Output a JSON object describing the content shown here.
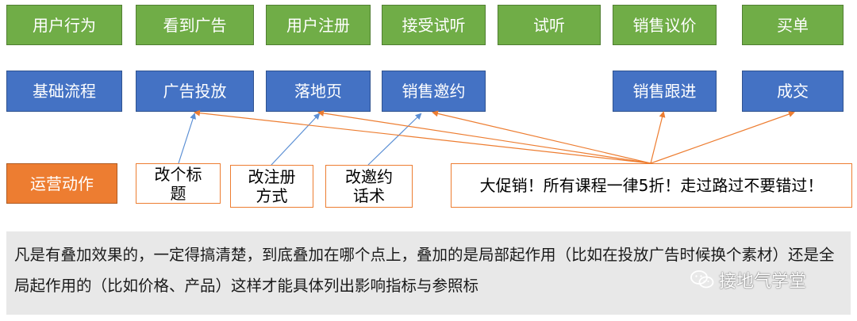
{
  "rows": {
    "user_behavior": [
      "用户行为",
      "看到广告",
      "用户注册",
      "接受试听",
      "试听",
      "销售议价",
      "买单"
    ],
    "basic_flow": [
      "基础流程",
      "广告投放",
      "落地页",
      "销售邀约",
      "销售跟进",
      "成交"
    ],
    "operations": {
      "label": "运营动作",
      "actions": [
        [
          "改个标",
          "题"
        ],
        [
          "改注册",
          "方式"
        ],
        [
          "改邀约",
          "话术"
        ]
      ],
      "promo": "大促销！所有课程一律5折！走过路过不要错过！"
    }
  },
  "note": "凡是有叠加效果的，一定得搞清楚，到底叠加在哪个点上，叠加的是局部起作用（比如在投放广告时候换个素材）还是全局起作用的（比如价格、产品）这样才能具体列出影响指标与参照标",
  "watermark": "接地气学堂",
  "colors": {
    "green": "#70ad47",
    "blue": "#4472c4",
    "orange": "#ed7d31",
    "blue_arrow": "#5b8fd4",
    "note_bg": "#e8e8e8"
  }
}
